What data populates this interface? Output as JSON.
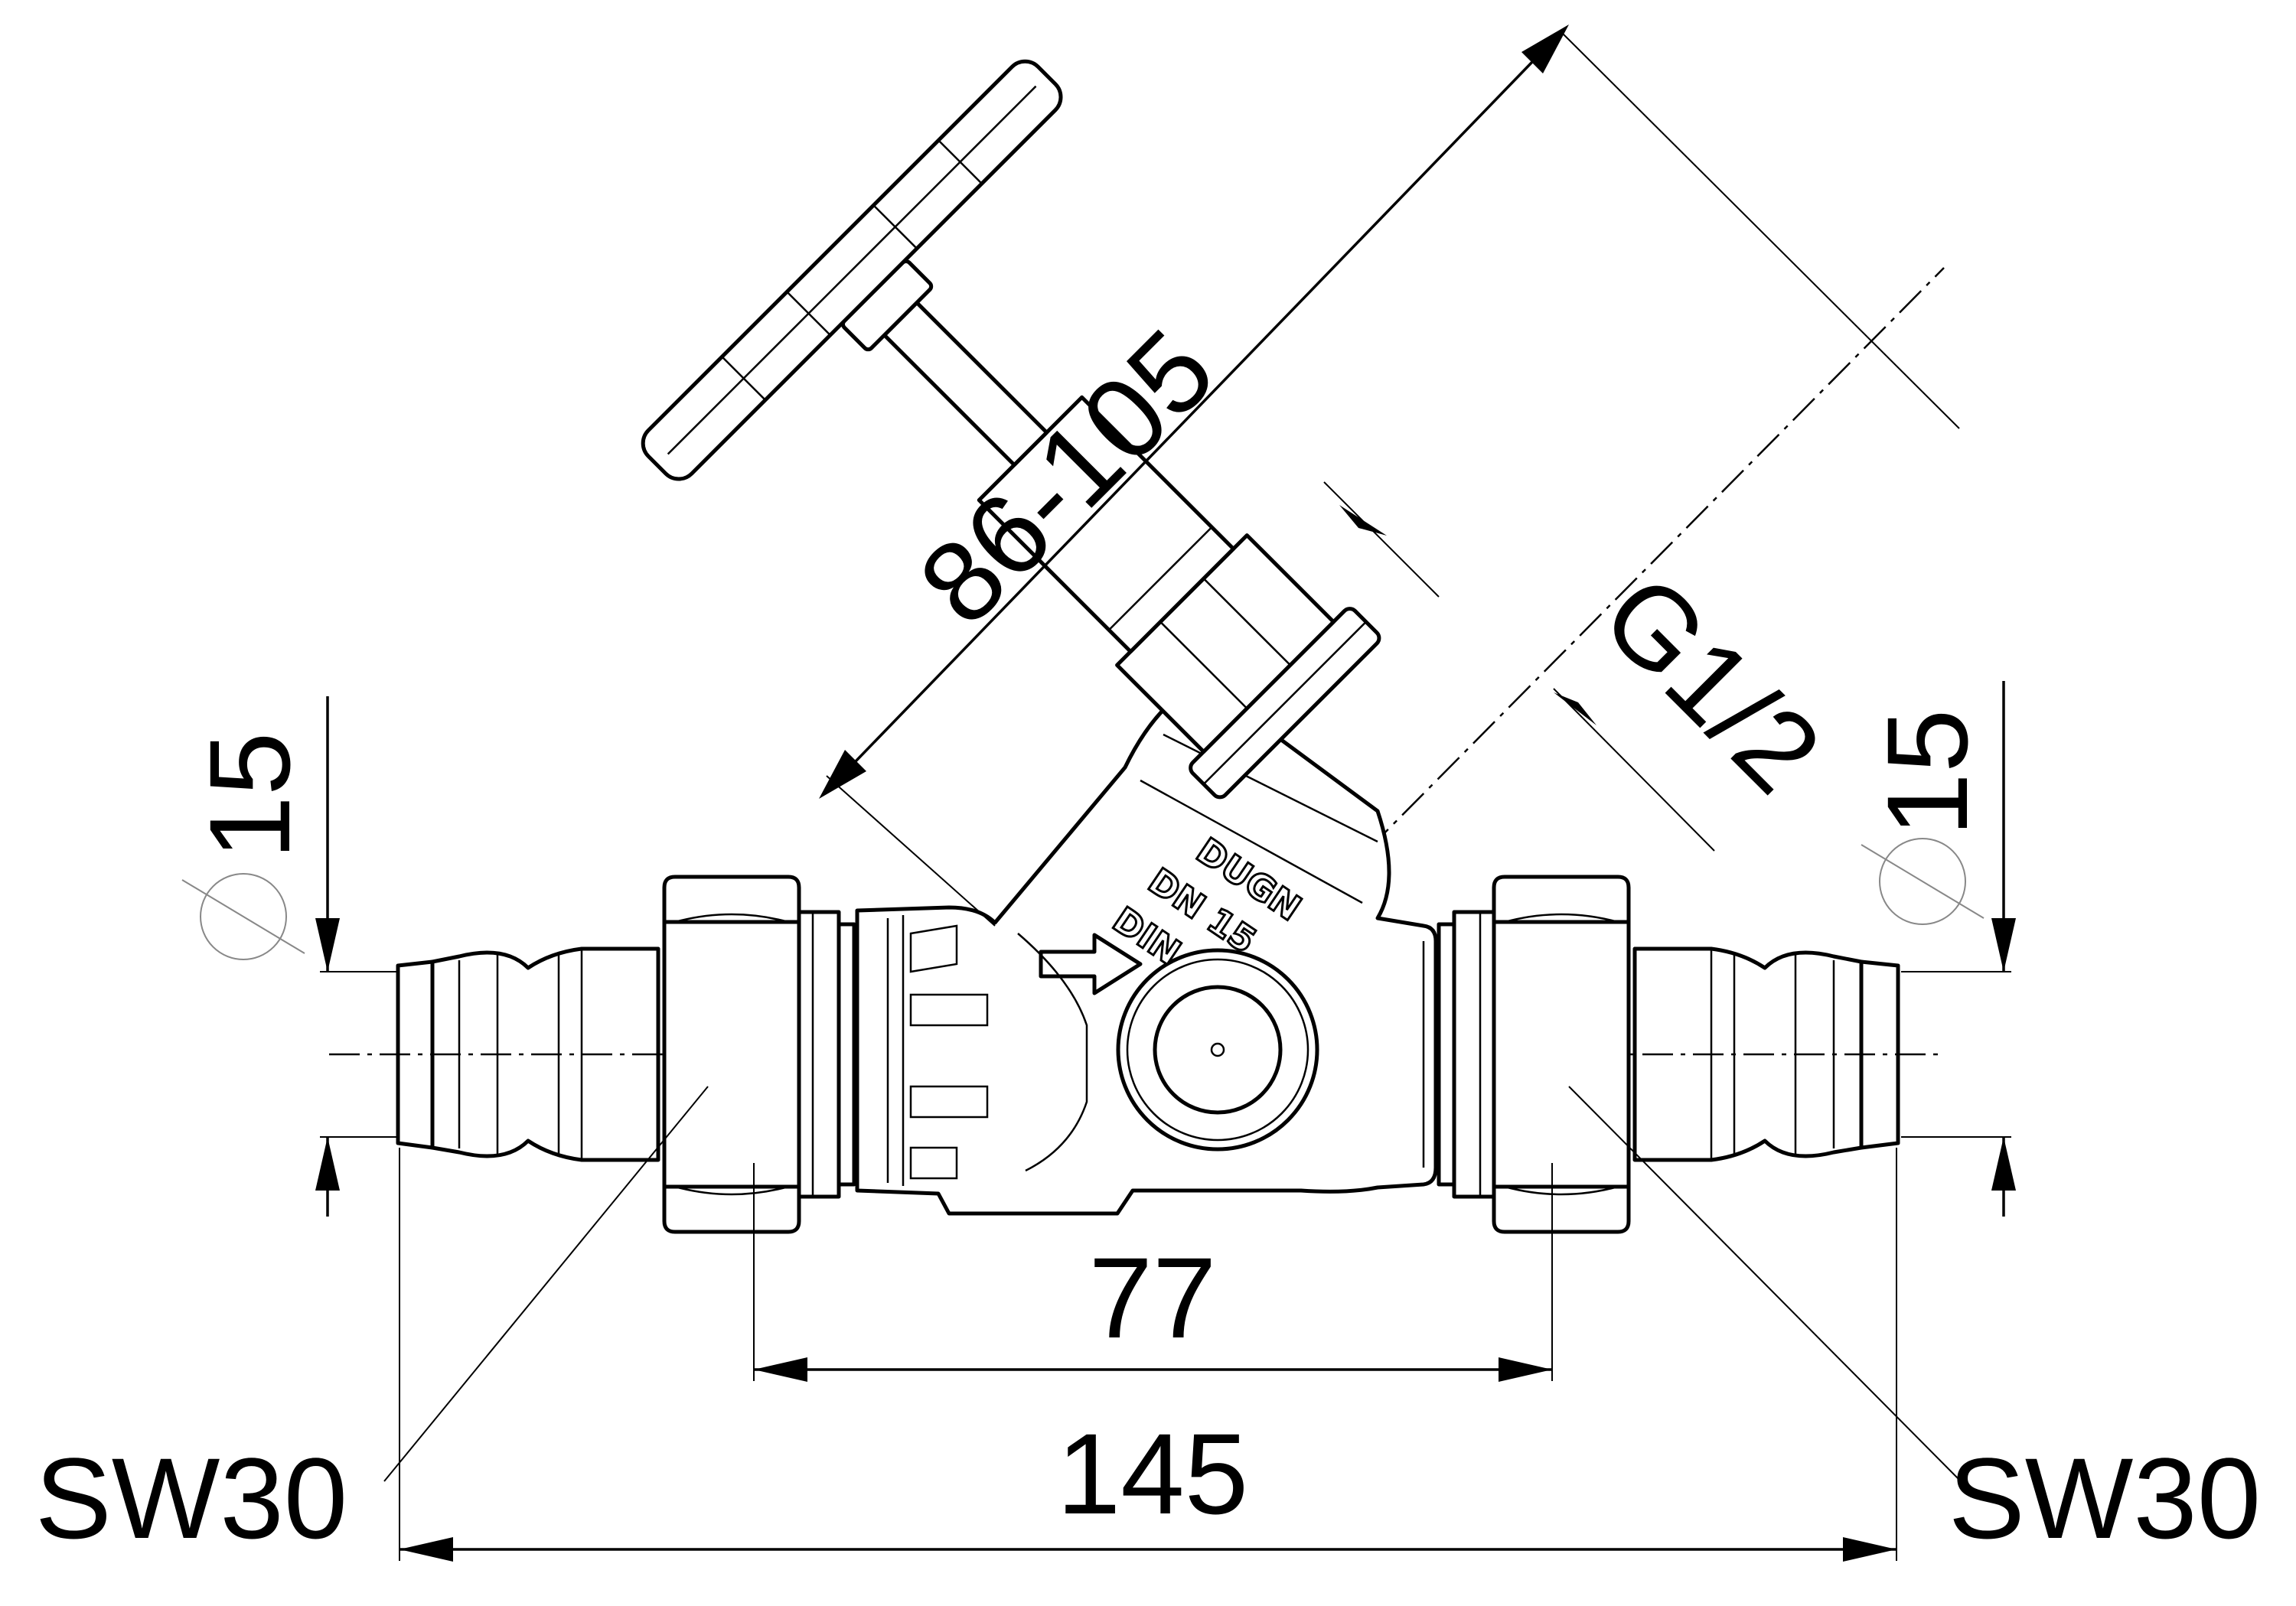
{
  "dimensions": {
    "stroke_length": "86-105",
    "connection_thread": "G1/2",
    "pipe_diameter_left": "15",
    "pipe_diameter_right": "15",
    "nut_distance": "77",
    "overall_length": "145",
    "wrench_size_left": "SW30",
    "wrench_size_right": "SW30"
  },
  "body_marking": {
    "brand": "DUGN",
    "nominal_size": "DN 15",
    "standard": "DIN"
  }
}
